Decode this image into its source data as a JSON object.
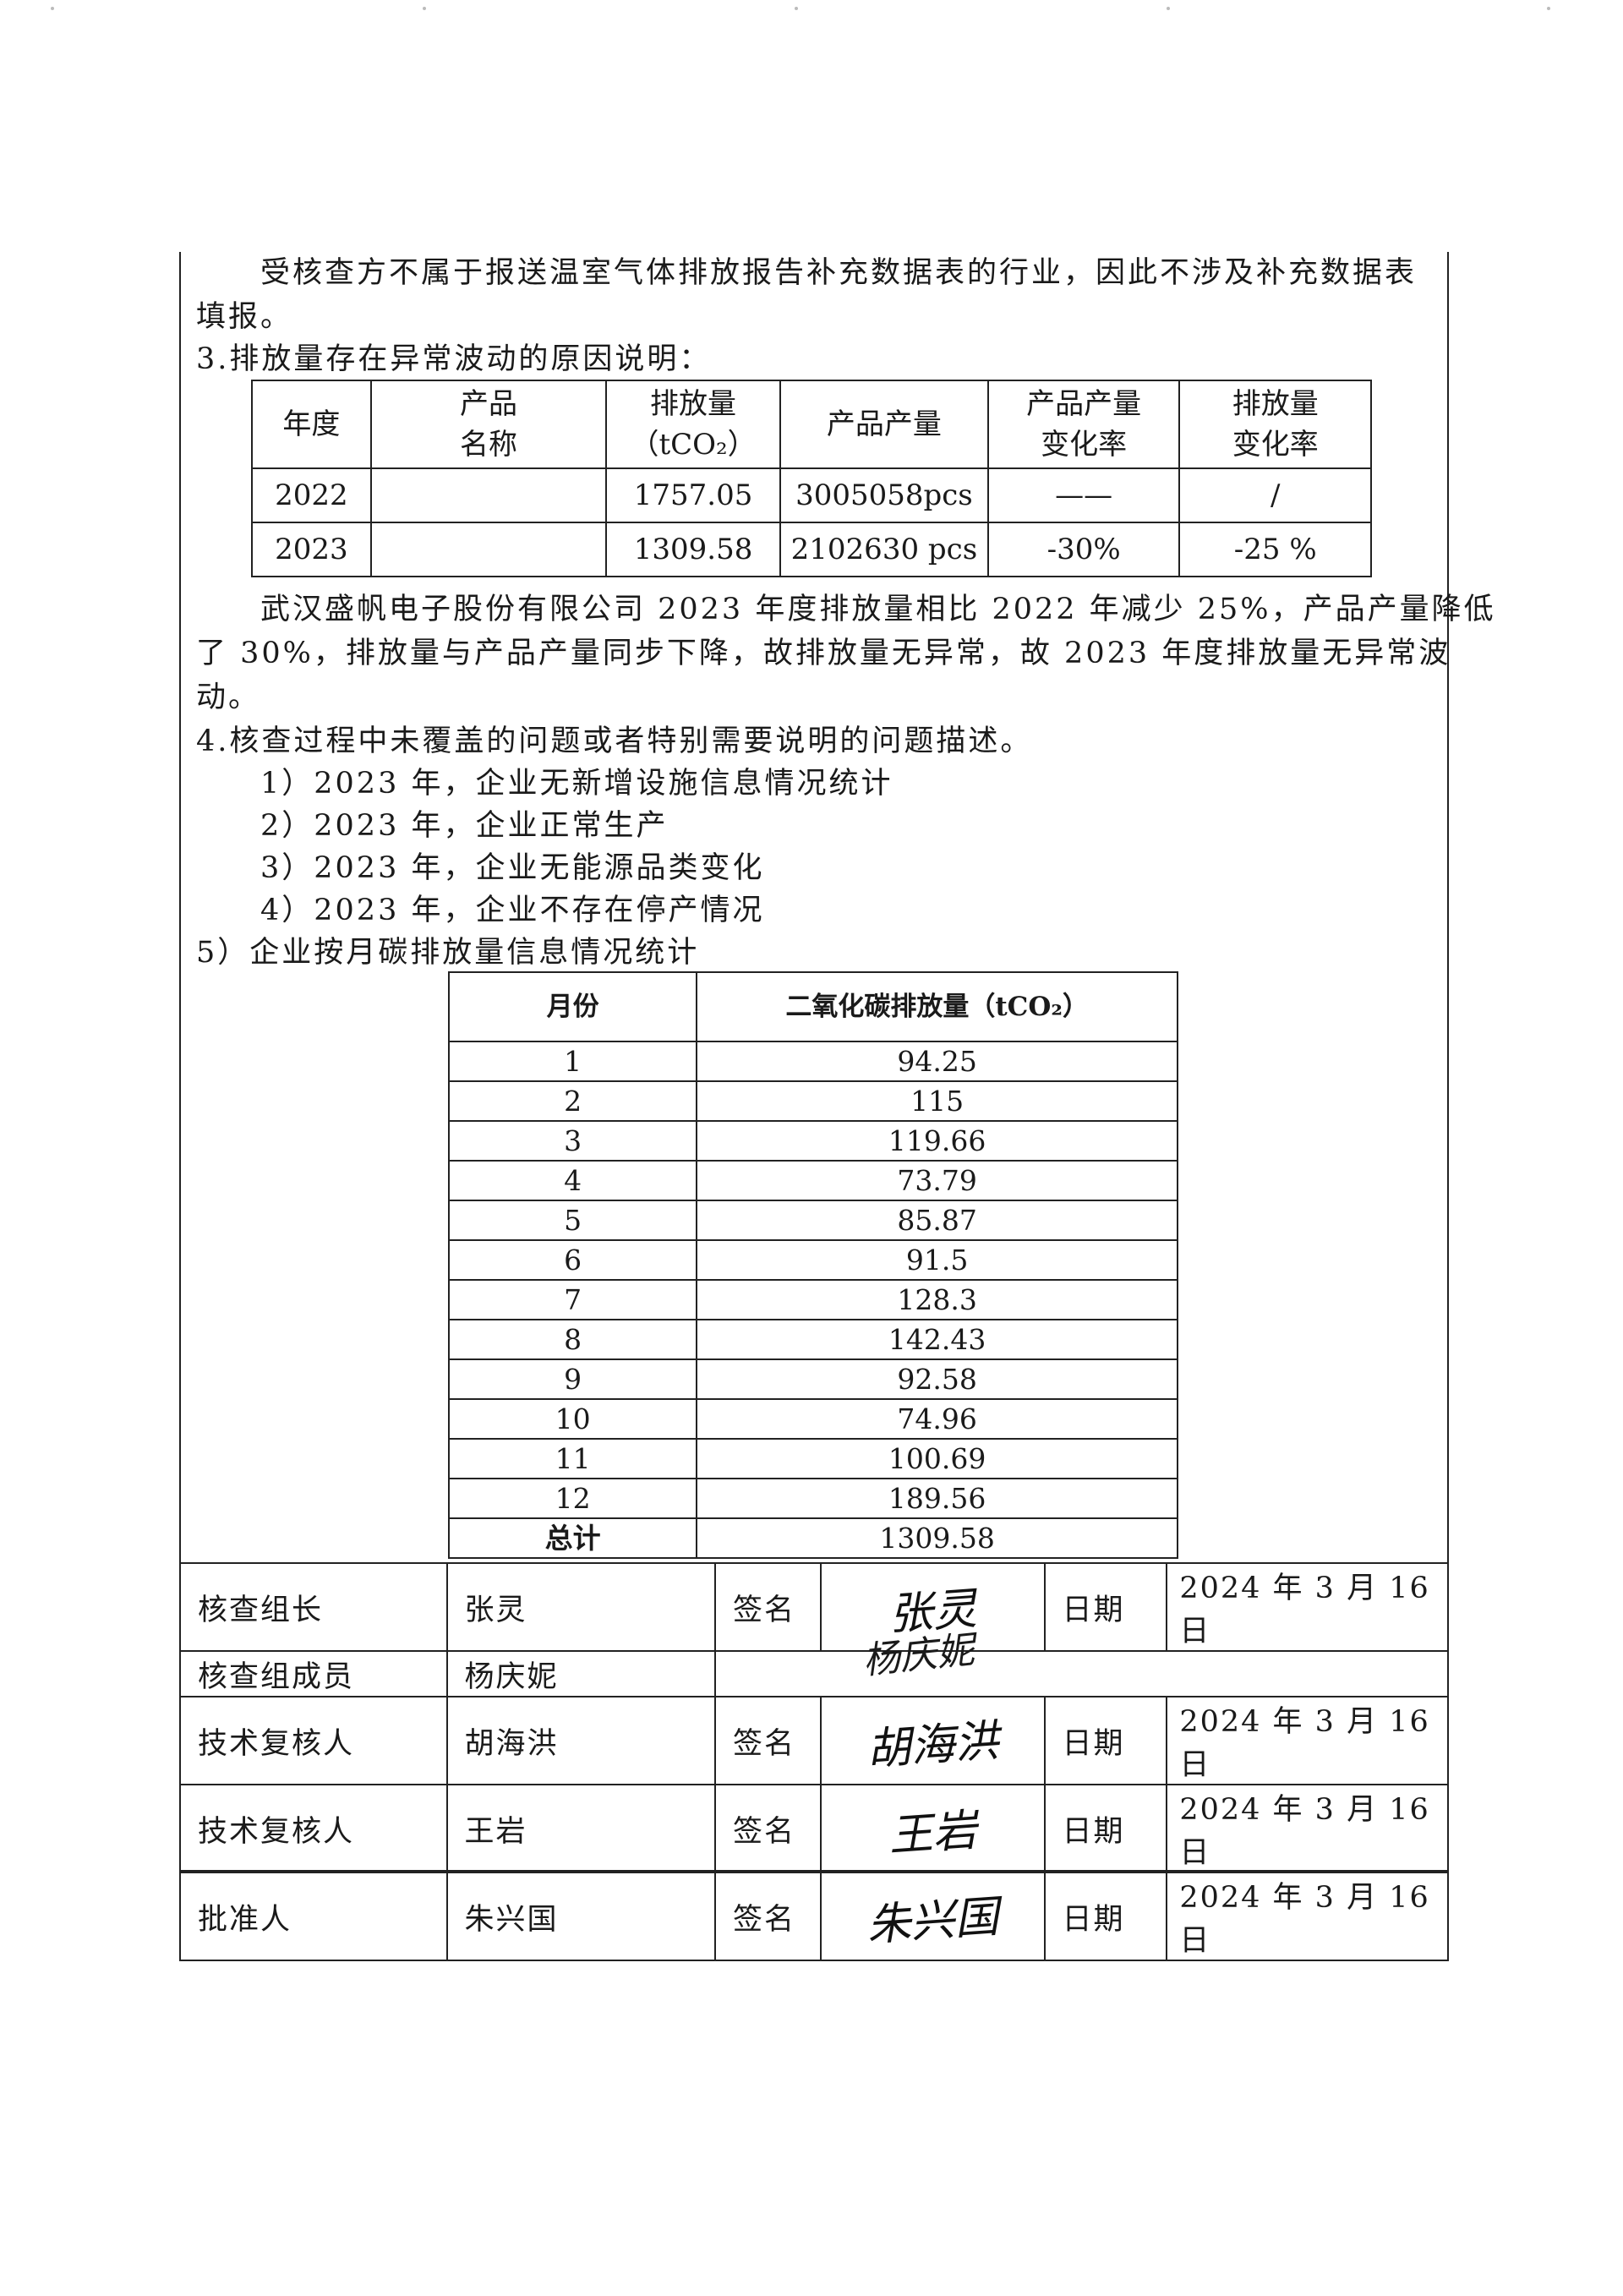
{
  "intro": {
    "line1": "受核查方不属于报送温室气体排放报告补充数据表的行业，因此不涉及补充数据表",
    "line2": "填报。"
  },
  "section3": {
    "title": "3.排放量存在异常波动的原因说明："
  },
  "variation_table": {
    "headers": [
      "年度",
      "产品名称",
      "排放量（tCO₂）",
      "产品产量",
      "产品产量变化率",
      "排放量变化率"
    ],
    "header_lines": {
      "product_name": [
        "产品",
        "名称"
      ],
      "emission": [
        "排放量",
        "（tCO₂）"
      ],
      "output_rate": [
        "产品产量",
        "变化率"
      ],
      "emission_rate": [
        "排放量",
        "变化率"
      ]
    },
    "rows": [
      [
        "2022",
        "",
        "1757.05",
        "3005058pcs",
        "——",
        "/"
      ],
      [
        "2023",
        "",
        "1309.58",
        "2102630 pcs",
        "-30%",
        "-25 %"
      ]
    ]
  },
  "explanation": {
    "line1": "武汉盛帆电子股份有限公司 2023 年度排放量相比 2022 年减少 25%，产品产量降低",
    "line2": "了 30%，排放量与产品产量同步下降，故排放量无异常，故 2023 年度排放量无异常波",
    "line3": "动。"
  },
  "section4": {
    "title": "4.核查过程中未覆盖的问题或者特别需要说明的问题描述。",
    "items": [
      "1）2023 年，企业无新增设施信息情况统计",
      "2）2023 年，企业正常生产",
      "3）2023 年，企业无能源品类变化",
      "4）2023 年，企业不存在停产情况",
      "5）企业按月碳排放量信息情况统计"
    ]
  },
  "monthly_table": {
    "headers": [
      "月份",
      "二氧化碳排放量（tCO₂）"
    ],
    "rows": [
      [
        "1",
        "94.25"
      ],
      [
        "2",
        "115"
      ],
      [
        "3",
        "119.66"
      ],
      [
        "4",
        "73.79"
      ],
      [
        "5",
        "85.87"
      ],
      [
        "6",
        "91.5"
      ],
      [
        "7",
        "128.3"
      ],
      [
        "8",
        "142.43"
      ],
      [
        "9",
        "92.58"
      ],
      [
        "10",
        "74.96"
      ],
      [
        "11",
        "100.69"
      ],
      [
        "12",
        "189.56"
      ]
    ],
    "total_label": "总计",
    "total_value": "1309.58"
  },
  "signatures": {
    "sign_label": "签名",
    "date_label": "日期",
    "rows": [
      {
        "role": "核查组长",
        "name": "张灵",
        "signature": "张灵",
        "date": "2024 年 3 月 16 日"
      },
      {
        "role": "核查组成员",
        "name": "杨庆妮",
        "signature": "杨庆妮",
        "date": ""
      },
      {
        "role": "技术复核人",
        "name": "胡海洪",
        "signature": "胡海洪",
        "date": "2024 年 3 月 16 日"
      },
      {
        "role": "技术复核人",
        "name": "王岩",
        "signature": "王岩",
        "date": "2024 年 3 月 16 日"
      },
      {
        "role": "批准人",
        "name": "朱兴国",
        "signature": "朱兴国",
        "date": "2024 年 3 月 16 日"
      }
    ]
  }
}
